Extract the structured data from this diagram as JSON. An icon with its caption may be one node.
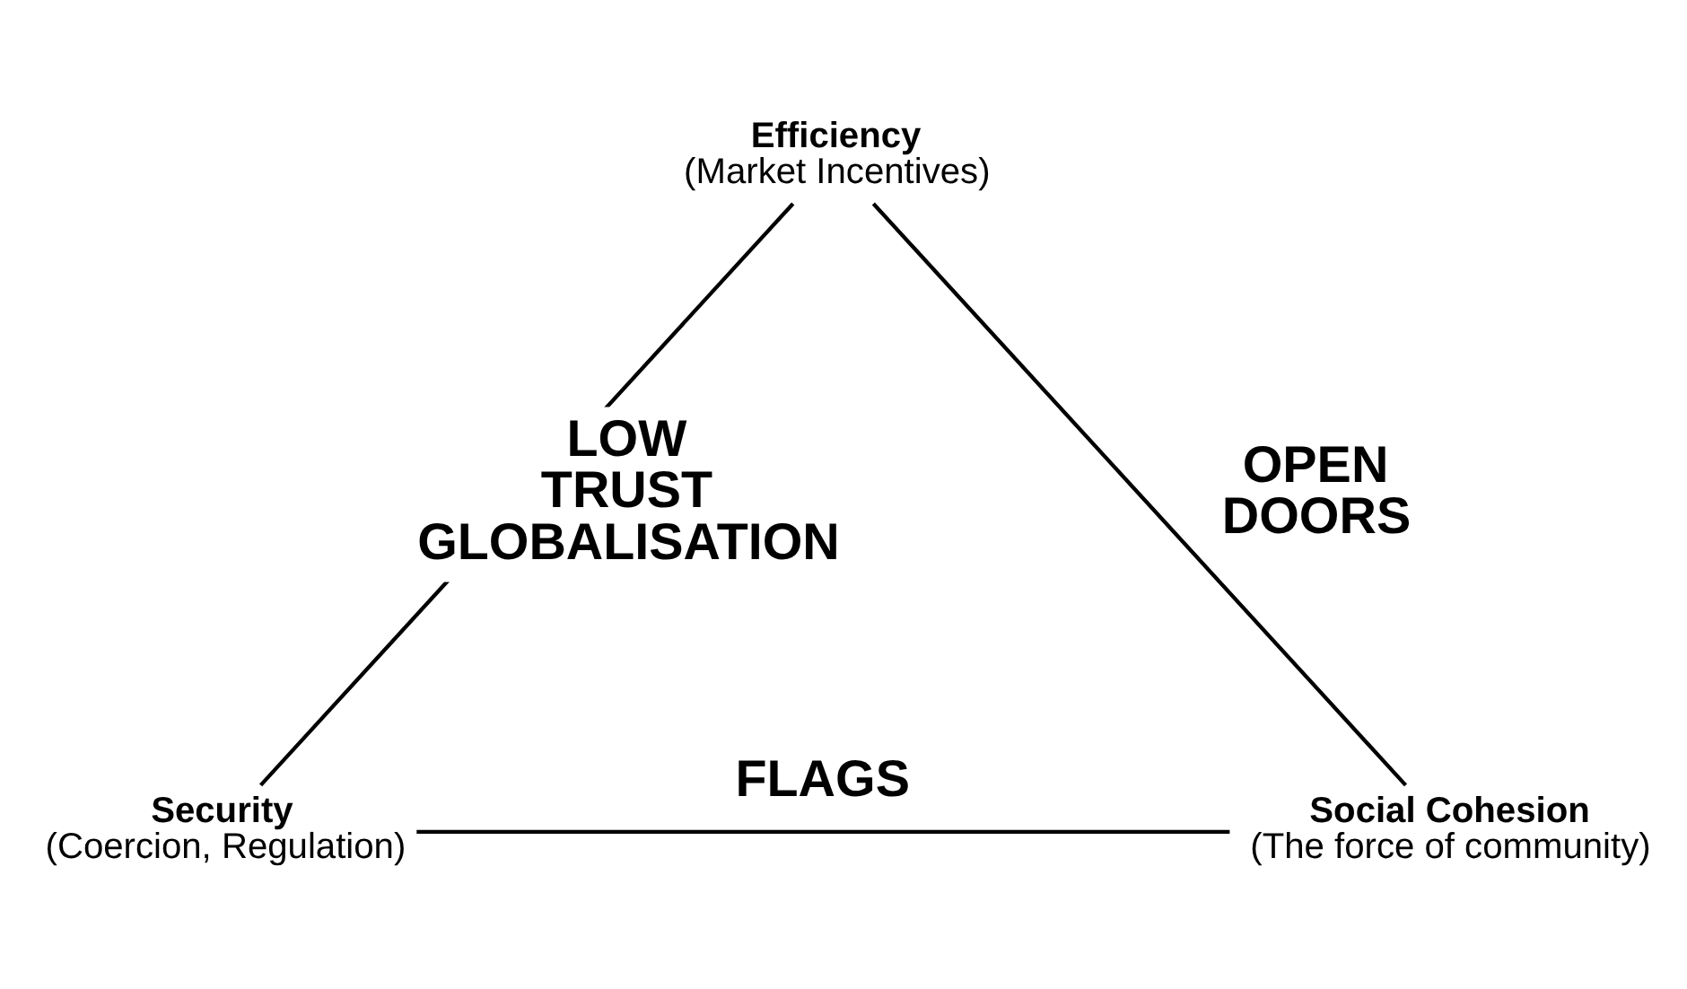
{
  "diagram": {
    "nodes": [
      {
        "text": [
          "Efficiency",
          "(Market Incentives)"
        ]
      },
      {
        "text": [
          "Security",
          "(Coercion, Regulation)"
        ]
      },
      {
        "text": [
          "Social Cohesion",
          "(The force of community)"
        ]
      }
    ],
    "edges": [
      {
        "from": 0,
        "to": 1,
        "arrow": "none",
        "label": "LOW TRUST GLOBALISATION"
      },
      {
        "from": 1,
        "to": 2,
        "arrow": "none",
        "label": "FLAGS"
      },
      {
        "from": 0,
        "to": 2,
        "arrow": "none",
        "label": "OPEN DOORS"
      }
    ]
  }
}
